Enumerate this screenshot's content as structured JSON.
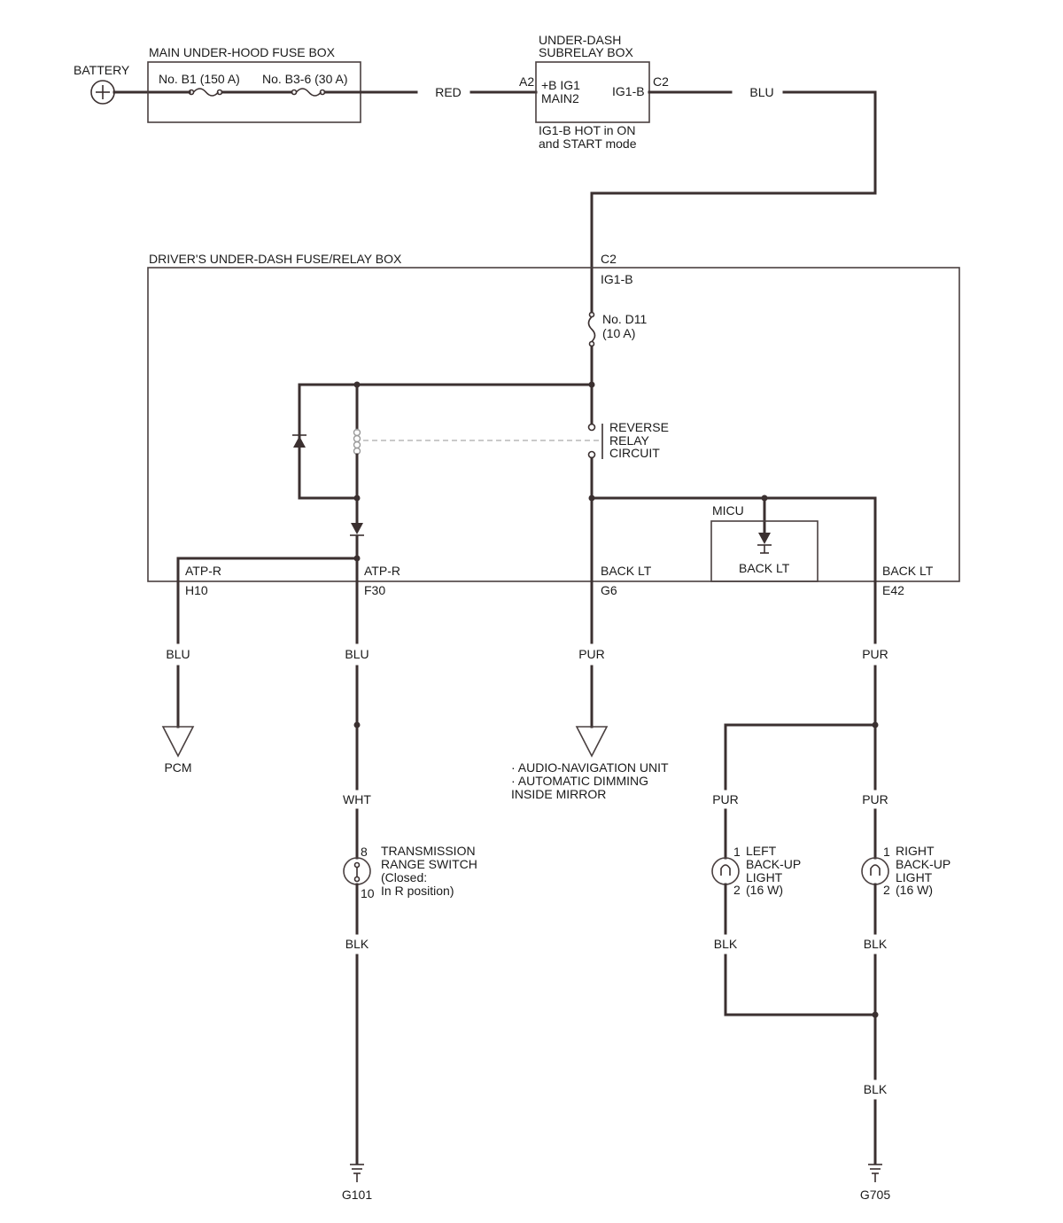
{
  "battery": {
    "label": "BATTERY",
    "symbol": "+"
  },
  "main_fuse_box": {
    "title": "MAIN UNDER-HOOD FUSE BOX",
    "fuse1": "No. B1 (150 A)",
    "fuse2": "No. B3-6 (30 A)"
  },
  "subrelay_box": {
    "title_line1": "UNDER-DASH",
    "title_line2": "SUBRELAY BOX",
    "in_pin": "A2",
    "out_pin": "C2",
    "inner_line1": "+B IG1",
    "inner_line2": "MAIN2",
    "inner_out": "IG1-B",
    "note_line1": "IG1-B HOT in ON",
    "note_line2": "and START mode"
  },
  "wires": {
    "red": "RED",
    "blu_top": "BLU",
    "blu_pcm": "BLU",
    "blu_trs": "BLU",
    "wht": "WHT",
    "blk_trs": "BLK",
    "pur_audio": "PUR",
    "pur_e42": "PUR",
    "pur_left": "PUR",
    "pur_right": "PUR",
    "blk_left": "BLK",
    "blk_right": "BLK",
    "blk_ground": "BLK"
  },
  "fuse_relay_box": {
    "title": "DRIVER'S UNDER-DASH FUSE/RELAY BOX",
    "c2": "C2",
    "ig1b": "IG1-B",
    "fuse_line1": "No. D11",
    "fuse_line2": "(10 A)",
    "relay_line1": "REVERSE",
    "relay_line2": "RELAY",
    "relay_line3": "CIRCUIT",
    "micu_title": "MICU",
    "micu_label": "BACK LT",
    "pins": [
      {
        "name": "ATP-R",
        "code": "H10"
      },
      {
        "name": "ATP-R",
        "code": "F30"
      },
      {
        "name": "BACK LT",
        "code": "G6"
      },
      {
        "name": "BACK LT",
        "code": "E42"
      }
    ]
  },
  "pcm": {
    "label": "PCM"
  },
  "audio": {
    "line1": "· AUDIO-NAVIGATION UNIT",
    "line2": "· AUTOMATIC DIMMING",
    "line3": "INSIDE MIRROR"
  },
  "trans_switch": {
    "pin_top": "8",
    "pin_bottom": "10",
    "line1": "TRANSMISSION",
    "line2": "RANGE SWITCH",
    "line3": "(Closed:",
    "line4": "In R position)"
  },
  "left_light": {
    "pin1": "1",
    "pin2": "2",
    "line1": "LEFT",
    "line2": "BACK-UP",
    "line3": "LIGHT",
    "line4": "(16 W)"
  },
  "right_light": {
    "pin1": "1",
    "pin2": "2",
    "line1": "RIGHT",
    "line2": "BACK-UP",
    "line3": "LIGHT",
    "line4": "(16 W)"
  },
  "grounds": {
    "g101": "G101",
    "g705": "G705"
  },
  "colors": {
    "wire": "#3b3030",
    "background": "#ffffff"
  }
}
